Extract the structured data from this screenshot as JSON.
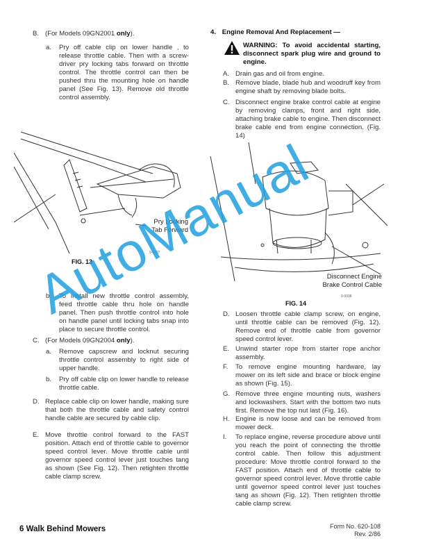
{
  "left": {
    "B": {
      "label": "B.",
      "text_pre": "(For Models 09GN2001 ",
      "bold": "only",
      "text_post": ")."
    },
    "B_a": {
      "label": "a.",
      "text": "Pry off cable clip on lower handle , to release throttle cable. Then with a screw-driver pry locking tabs forward on throttle control. The throttle control can then be pushed thru the mounting hole on handle panel (See Fig. 13). Remove old throttle control assembly."
    },
    "fig13": {
      "callout": "Pry Locking Tab Forward",
      "number": "9-0007",
      "caption": "FIG. 13"
    },
    "B_b": {
      "label": "b.",
      "text": "To install new throttle control assembly, feed throttle cable thru hole on handle panel. Then push throttle control into hole on handle panel until locking tabs snap into place to secure throttle control."
    },
    "C": {
      "label": "C.",
      "text_pre": "(For Models 09GN2004 ",
      "bold": "only",
      "text_post": ")."
    },
    "C_a": {
      "label": "a.",
      "text": "Remove capscrew and locknut securing throttle control assembly to right side of upper handle."
    },
    "C_b": {
      "label": "b.",
      "text": "Pry off cable clip on lower handle to release throttle cable."
    },
    "D": {
      "label": "D.",
      "text": "Replace cable clip on lower handle, making sure that both the throttle cable and safety control handle cable are secured by cable clip."
    },
    "E": {
      "label": "E.",
      "text": "Move throttle control forward to the FAST position. Attach end of throttle cable to governor speed control lever. Move throttle cable until governor speed control lever just touches tang as shown (See Fig. 12). Then retighten throttle cable clamp screw."
    }
  },
  "right": {
    "heading": {
      "number": "4.",
      "text": "Engine Removal And Replacement —"
    },
    "warning": {
      "icon": "warning-triangle-icon",
      "text": "WARNING: To avoid accidental starting, disconnect spark plug wire and ground to engine."
    },
    "A": {
      "label": "A.",
      "text": "Drain gas and oil from engine."
    },
    "B": {
      "label": "B.",
      "text": "Remove blade, blade hub and woodruff key from engine shaft by removing blade bolts."
    },
    "C": {
      "label": "C.",
      "text": "Disconnect engine brake control cable at engine by removing clamps, front and right side, attaching brake cable to engine. Then disconnect brake cable end from engine connection. (Fig. 14)"
    },
    "fig14": {
      "callout": "Disconnect Engine Brake Control Cable",
      "number": "9-0008",
      "caption": "FIG. 14"
    },
    "D": {
      "label": "D.",
      "text": "Loosen throttle cable clamp screw, on engine, until throttle cable can be removed (Fig. 12). Remove end of throttle cable from governor speed control lever."
    },
    "E": {
      "label": "E.",
      "text": "Unwind starter rope from starter rope anchor assembly."
    },
    "F": {
      "label": "F.",
      "text": "To remove engine mounting hardware, lay mower on its left side and brace or block engine as shown (Fig. 15)."
    },
    "G": {
      "label": "G.",
      "text": "Remove three engine mounting nuts, washers and lockwashers. Start with the bottom two nuts first. Remove the top nut last (Fig. 16)."
    },
    "H": {
      "label": "H.",
      "text": "Engine is now loose and can be removed from mower deck."
    },
    "I": {
      "label": "I.",
      "text": "To replace engine, reverse procedure above until you reach the point of connecting the throttle control cable. Then follow this adjustment procedure: Move throttle control forward to the FAST position. Attach end of throttle cable to governor speed control lever. Move throttle cable until governor speed control lever just touches tang as shown (Fig. 12). Then retighten throttle cable clamp screw."
    }
  },
  "footer": {
    "page_title": "6 Walk Behind Mowers",
    "form_no": "Form No. 620-108",
    "rev": "Rev. 2/86"
  },
  "watermark": "AutoManual"
}
